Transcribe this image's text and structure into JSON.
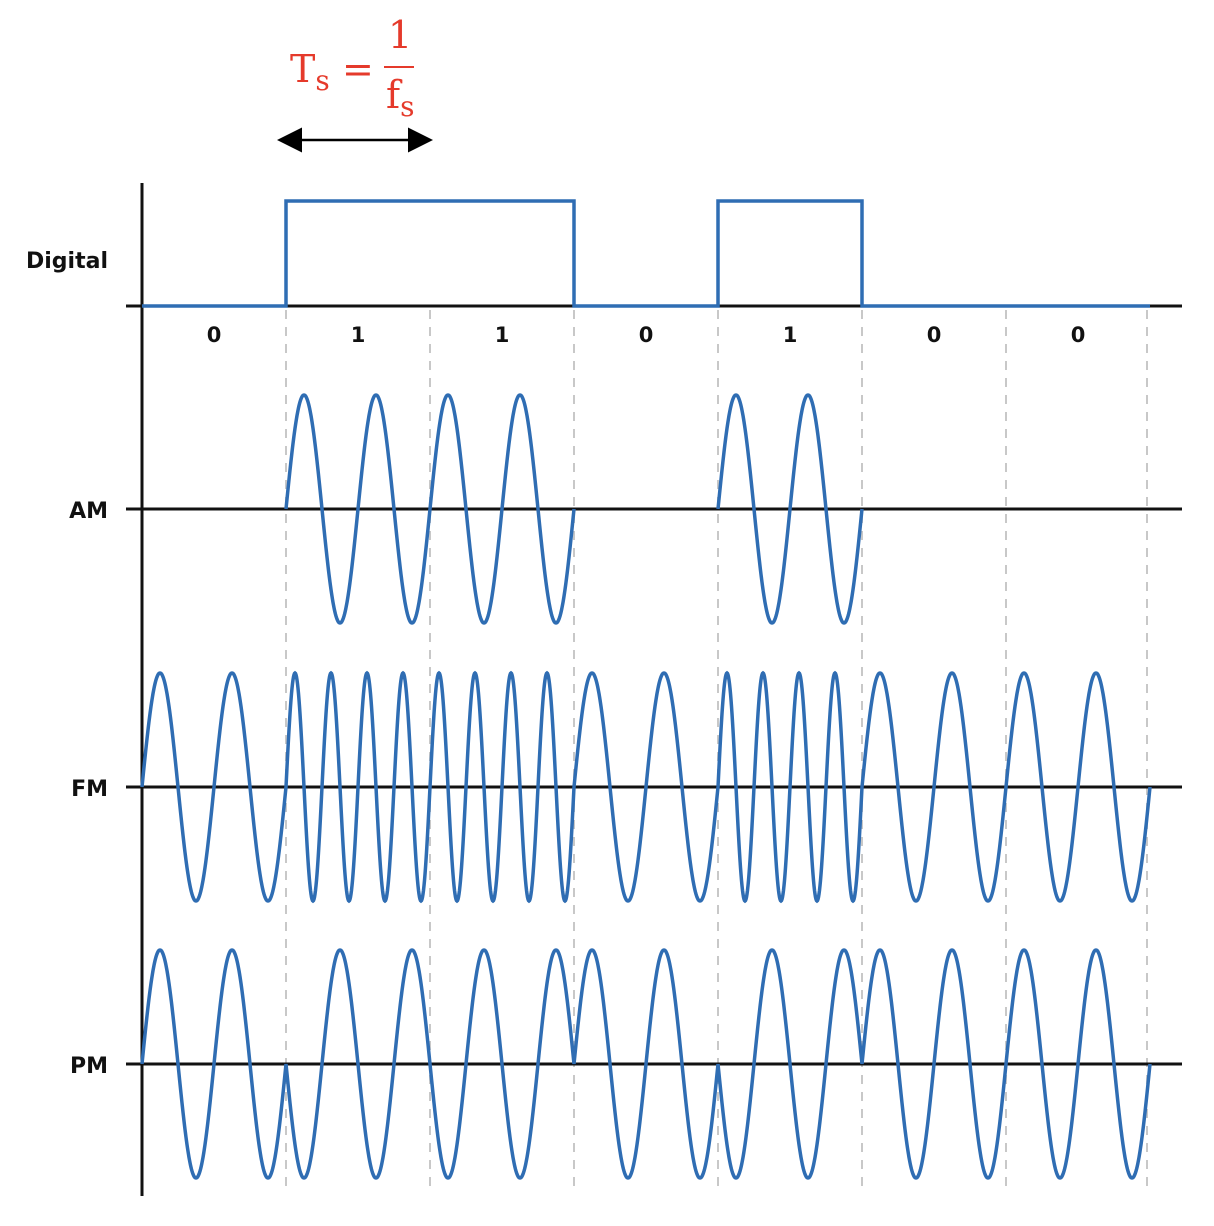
{
  "formula": {
    "lhs": "T",
    "lhs_sub": "s",
    "eq": "=",
    "numerator": "1",
    "denominator": "f",
    "denominator_sub": "s"
  },
  "chart_data": {
    "type": "line",
    "title": "",
    "bits": [
      0,
      1,
      1,
      0,
      1,
      0,
      0
    ],
    "bit_labels": [
      "0",
      "1",
      "1",
      "0",
      "1",
      "0",
      "0"
    ],
    "series": [
      {
        "name": "Digital",
        "kind": "square"
      },
      {
        "name": "AM",
        "kind": "am",
        "cycles_per_bit": 2
      },
      {
        "name": "FM",
        "kind": "fm",
        "cycles_per_bit_zero": 2,
        "cycles_per_bit_one": 4
      },
      {
        "name": "PM",
        "kind": "pm",
        "cycles_per_bit": 2,
        "phase_shift_deg_on_one": 180
      }
    ]
  },
  "colors": {
    "signal": "#2f6db3",
    "axis": "#111111",
    "grid": "#c8c8c8",
    "formula": "#e53a2b"
  }
}
